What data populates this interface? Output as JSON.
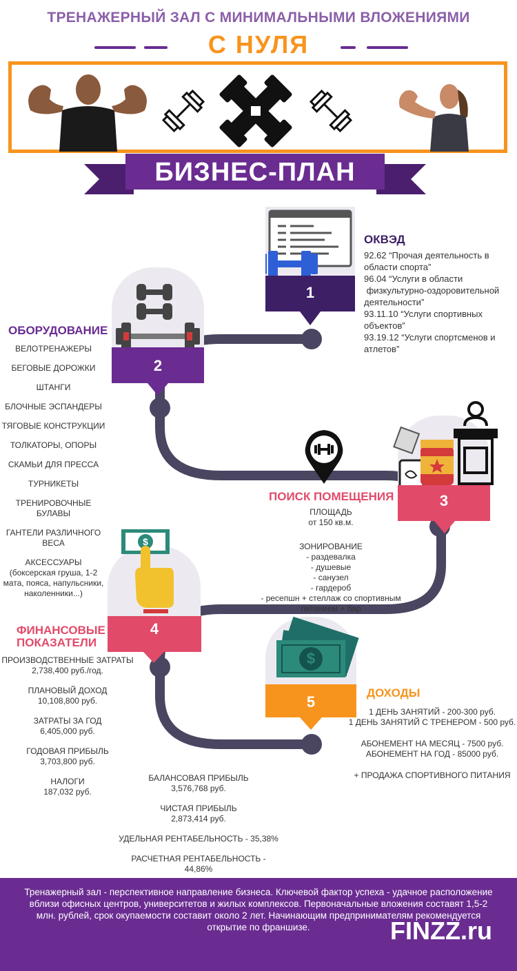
{
  "header": {
    "title": "ТРЕНАЖЕРНЫЙ ЗАЛ С МИНИМАЛЬНЫМИ ВЛОЖЕНИЯМИ",
    "subtitle": "С НУЛЯ",
    "ribbon": "БИЗНЕС-ПЛАН"
  },
  "steps": {
    "s1": {
      "number": "1",
      "heading": "ОКВЭД",
      "lines": [
        "92.62 “Прочая деятельность в",
        "области спорта”",
        "96.04 “Услуги в области",
        " физкультурно-оздоровительной",
        "деятельности”",
        "93.11.10 “Услуги спортивных",
        "объектов”",
        "93.19.12 “Услуги спортсменов и",
        "атлетов”"
      ]
    },
    "s2": {
      "number": "2",
      "heading": "ОБОРУДОВАНИЕ",
      "items": [
        "ВЕЛОТРЕНАЖЕРЫ",
        "БЕГОВЫЕ ДОРОЖКИ",
        "ШТАНГИ",
        "БЛОЧНЫЕ ЭСПАНДЕРЫ",
        "ТЯГОВЫЕ КОНСТРУКЦИИ",
        "ТОЛКАТОРЫ, ОПОРЫ",
        "СКАМЬИ ДЛЯ ПРЕССА",
        "ТУРНИКЕТЫ",
        "ТРЕНИРОВОЧНЫЕ БУЛАВЫ",
        "ГАНТЕЛИ РАЗЛИЧНОГО",
        "ВЕСА",
        "АКСЕССУАРЫ",
        "(боксерская груша, 1-2",
        "мата, пояса, напульсники,",
        "наколенники...)"
      ]
    },
    "s3": {
      "number": "3",
      "heading": "ПОИСК ПОМЕЩЕНИЯ",
      "lines": [
        "ПЛОЩАДЬ",
        "от 150 кв.м.",
        "",
        "ЗОНИРОВАНИЕ",
        "- раздевалка",
        "- душевые",
        "- санузел",
        "- гардероб",
        "- ресепшн + стеллаж со спортивным",
        "питанием + бар"
      ]
    },
    "s4": {
      "number": "4",
      "heading_1": "ФИНАНСОВЫЕ",
      "heading_2": "ПОКАЗАТЕЛИ",
      "left": [
        {
          "label": "ПРОИЗВОДСТВЕННЫЕ ЗАТРАТЫ",
          "value": "2,738,400 руб./год."
        },
        {
          "label": "ПЛАНОВЫЙ ДОХОД",
          "value": "10,108,800 руб."
        },
        {
          "label": "ЗАТРАТЫ ЗА ГОД",
          "value": "6,405,000 руб."
        },
        {
          "label": "ГОДОВАЯ ПРИБЫЛЬ",
          "value": "3,703,800 руб."
        },
        {
          "label": "НАЛОГИ",
          "value": "187,032 руб."
        }
      ],
      "center": [
        {
          "label": "БАЛАНСОВАЯ ПРИБЫЛЬ",
          "value": "3,576,768 руб."
        },
        {
          "label": "ЧИСТАЯ ПРИБЫЛЬ",
          "value": "2,873,414 руб."
        },
        {
          "label": "УДЕЛЬНАЯ РЕНТАБЕЛЬНОСТЬ - 35,38%",
          "value": ""
        },
        {
          "label": "РАСЧЕТНАЯ РЕНТАБЕЛЬНОСТЬ -",
          "value": "44,86%"
        }
      ]
    },
    "s5": {
      "number": "5",
      "heading": "ДОХОДЫ",
      "lines": [
        "1 ДЕНЬ ЗАНЯТИЙ - 200-300 руб.",
        "1 ДЕНЬ ЗАНЯТИЙ С ТРЕНЕРОМ - 500 руб.",
        "",
        "АБОНЕМЕНТ НА МЕСЯЦ - 7500 руб.",
        "АБОНЕМЕНТ НА ГОД - 85000 руб.",
        "",
        "+ ПРОДАЖА СПОРТИВНОГО ПИТАНИЯ"
      ]
    }
  },
  "footer": {
    "text": "Тренажерный зал - перспективное направление бизнеса. Ключевой фактор успеха - удачное расположение вблизи офисных центров, университетов и жилых комплексов. Первоначальные вложения составят 1,5-2 млн. рублей, срок окупаемости составит около 2 лет. Начинающим предпринимателям рекомендуется открытие по франшизе.",
    "brand": "FINZZ.ru"
  },
  "colors": {
    "purple": "#6a2c91",
    "orange": "#f7941d",
    "pink": "#e24a6a",
    "road": "#4a4560",
    "dark_purple": "#3d1f66"
  }
}
